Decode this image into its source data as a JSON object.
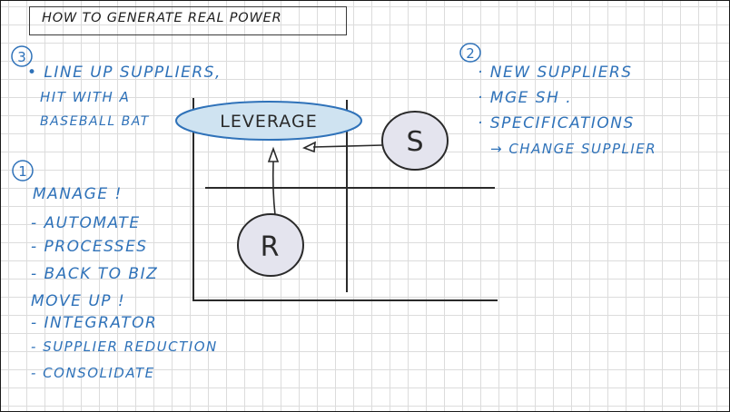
{
  "title": "HOW TO GENERATE REAL POWER",
  "section3": {
    "number": "3",
    "line1": "• LINE UP SUPPLIERS,",
    "line2": "HIT WITH A",
    "line3": "BASEBALL BAT"
  },
  "section2": {
    "number": "2",
    "items": [
      "· NEW SUPPLIERS",
      "· MGE SH .",
      "· SPECIFICATIONS",
      "→ CHANGE SUPPLIER"
    ]
  },
  "section1": {
    "number": "1",
    "manage": "MANAGE !",
    "manage_items": [
      "- AUTOMATE",
      "- PROCESSES",
      "- BACK TO BIZ"
    ],
    "move_up": "MOVE UP !",
    "move_up_items": [
      "- INTEGRATOR",
      "- SUPPLIER REDUCTION",
      "- CONSOLIDATE"
    ]
  },
  "diagram": {
    "leverage": "LEVERAGE",
    "s_label": "S",
    "r_label": "R"
  },
  "colors": {
    "ink_blue": "#2f72b9",
    "ink_dark": "#2a2a2a",
    "bubble_fill": "#cfe3f1",
    "circle_fill": "#e4e4ee"
  }
}
